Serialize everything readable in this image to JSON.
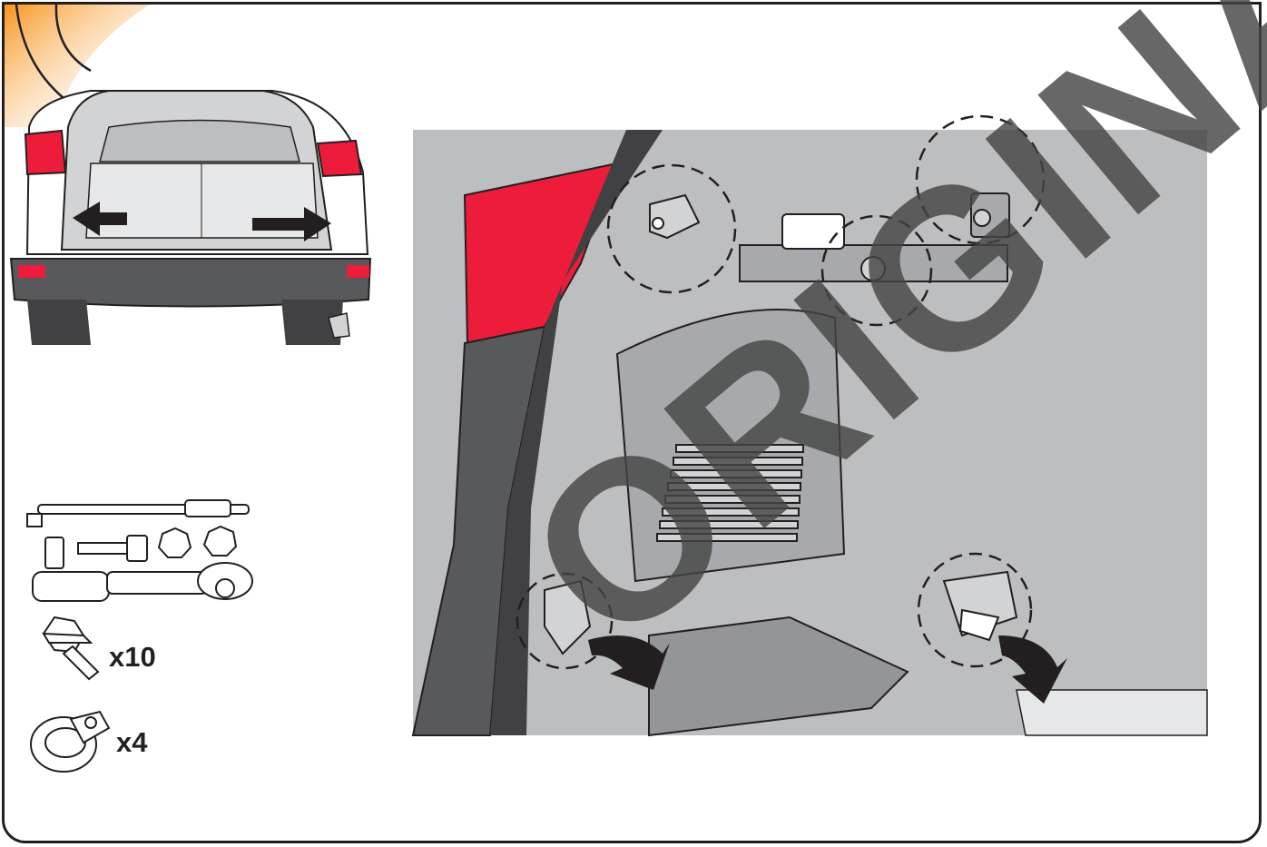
{
  "step": {
    "quantities": {
      "bolts": "x10",
      "tie_down_rings": "x4"
    }
  },
  "watermark": {
    "text": "ORIGINAL"
  },
  "colors": {
    "accent_orange": "#f7941d",
    "tail_light_red": "#ed1c3b",
    "trunk_panel_grey": "#bcbec0",
    "outline": "#231f20",
    "arrow_black": "#231f20"
  },
  "icons": {
    "vehicle_rear": "vehicle-rear-icon",
    "tools": "tool-set-icon",
    "bolt": "flange-bolt-icon",
    "ring": "tie-down-ring-icon",
    "removal_arrow": "curved-arrow-icon"
  }
}
